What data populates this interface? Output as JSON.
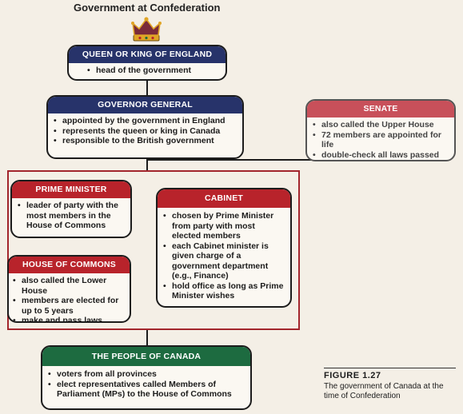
{
  "title": "Government at Confederation",
  "colors": {
    "navy": "#27336a",
    "red": "#b8232b",
    "pink": "#c8505a",
    "green": "#1d6b40"
  },
  "monarch": {
    "heading": "QUEEN OR KING OF ENGLAND",
    "items": [
      "head of the government"
    ]
  },
  "governor_general": {
    "heading": "GOVERNOR GENERAL",
    "items": [
      "appointed by the government in England",
      "represents the queen or king in Canada",
      "responsible to the British government"
    ]
  },
  "senate": {
    "heading": "SENATE",
    "items": [
      "also called the Upper House",
      "72 members are appointed for life",
      "double-check all laws passed by the House of Commons"
    ]
  },
  "prime_minister": {
    "heading": "PRIME MINISTER",
    "items": [
      "leader of party with the most members in the House of Commons"
    ]
  },
  "cabinet": {
    "heading": "CABINET",
    "items": [
      "chosen by Prime Minister from party with most elected members",
      "each Cabinet minister is given charge of a government department (e.g., Finance)",
      "hold office as long as Prime Minister wishes"
    ]
  },
  "house_of_commons": {
    "heading": "HOUSE OF COMMONS",
    "items": [
      "also called the Lower House",
      "members are elected for up to 5 years",
      "make and pass laws"
    ]
  },
  "people": {
    "heading": "THE PEOPLE OF CANADA",
    "items": [
      "voters from all provinces",
      "elect representatives called Members of Parliament (MPs) to the House of Commons"
    ]
  },
  "figure": {
    "label": "FIGURE 1.27",
    "caption": "The government of Canada at the time of Confederation"
  }
}
